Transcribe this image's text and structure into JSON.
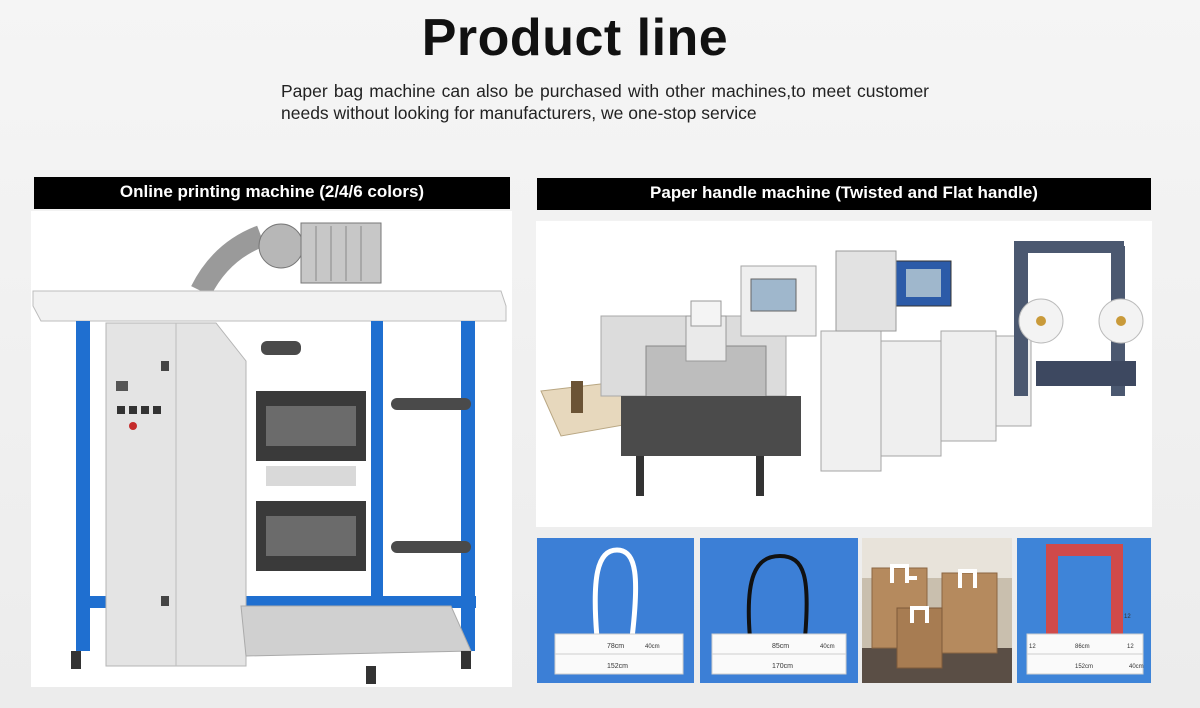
{
  "header": {
    "title": "Product line",
    "subtitle": "Paper bag machine can also be purchased with other machines,to meet customer needs without looking for manufacturers, we one-stop service"
  },
  "panels": [
    {
      "heading": "Online printing machine (2/4/6 colors)"
    },
    {
      "heading": "Paper handle machine (Twisted and Flat handle)"
    }
  ],
  "handles": [
    {
      "labels": [
        "78cm",
        "152cm",
        "40cm"
      ]
    },
    {
      "labels": [
        "85cm",
        "170cm",
        "40cm"
      ]
    },
    {
      "labels": [
        "12",
        "86cm",
        "12",
        "152cm",
        "12",
        "40cm"
      ]
    }
  ],
  "colors": {
    "heading_bg": "#000000",
    "machine_blue": "#1f6fd0",
    "thumb_blue": "#3c7fd6",
    "handle_red": "#d04a4a",
    "kraft": "#b58a5e"
  }
}
